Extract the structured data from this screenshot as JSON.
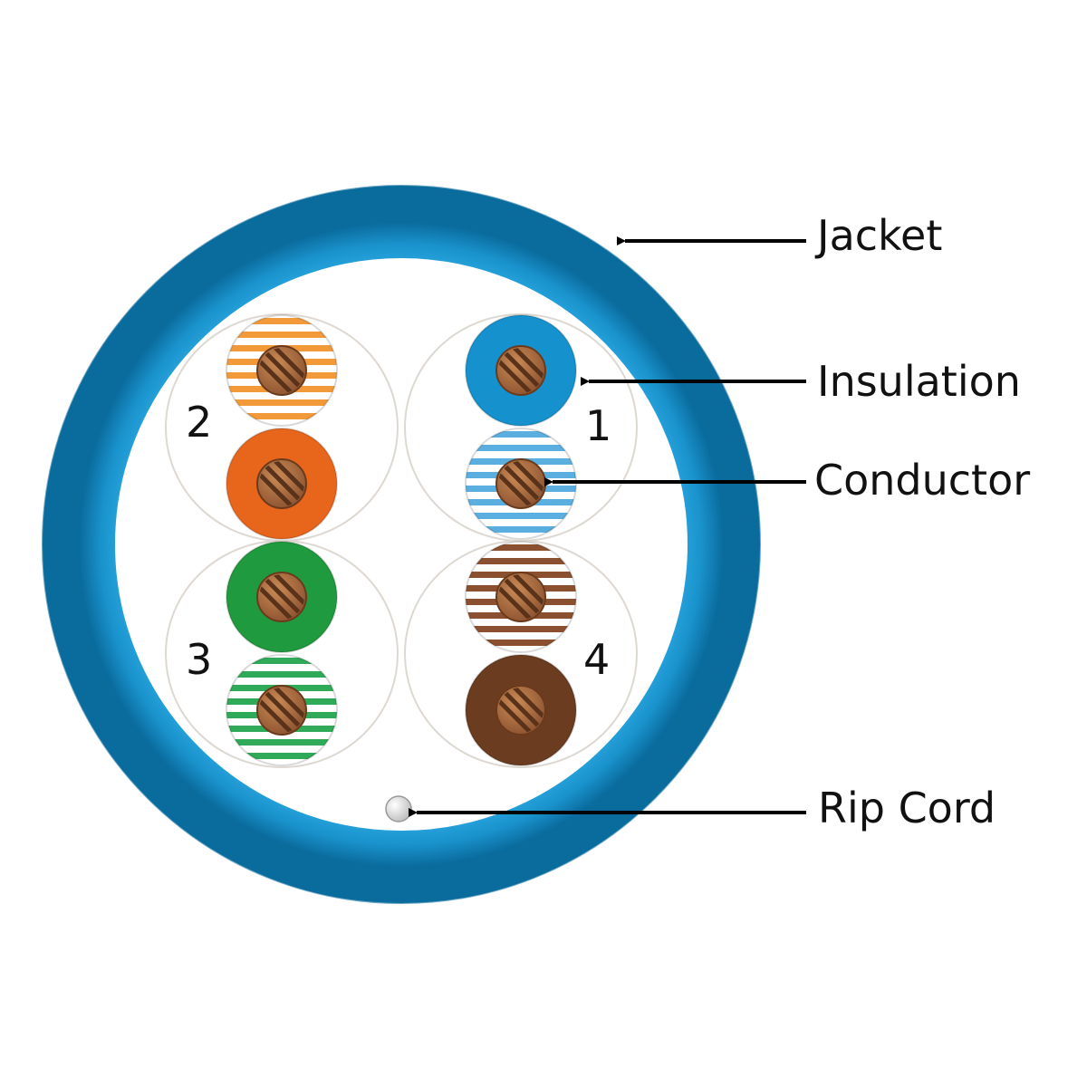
{
  "diagram": {
    "colors": {
      "jacket": "#1190c8",
      "jacket_light": "#3bb4e6",
      "jacket_dark": "#0a6fa3",
      "copper": "#a86a3c",
      "copper_dark": "#5a321a",
      "pair_outline": "#ded8d2",
      "arrow": "#000000",
      "rip_cord": "#f2f2f2"
    },
    "callouts": {
      "jacket": "Jacket",
      "insulation": "Insulation",
      "conductor": "Conductor",
      "rip_cord": "Rip Cord"
    },
    "pairs": [
      {
        "number": "1",
        "solid": "blue",
        "striped": "white-blue",
        "solid_color": "#1592ce",
        "stripe_color": "#5aaee0"
      },
      {
        "number": "2",
        "solid": "orange",
        "striped": "white-orange",
        "solid_color": "#e8661c",
        "stripe_color": "#f29a3a"
      },
      {
        "number": "3",
        "solid": "green",
        "striped": "white-green",
        "solid_color": "#1f9a3e",
        "stripe_color": "#2eaa58"
      },
      {
        "number": "4",
        "solid": "brown",
        "striped": "white-brown",
        "solid_color": "#6b3c20",
        "stripe_color": "#8a5030"
      }
    ]
  }
}
